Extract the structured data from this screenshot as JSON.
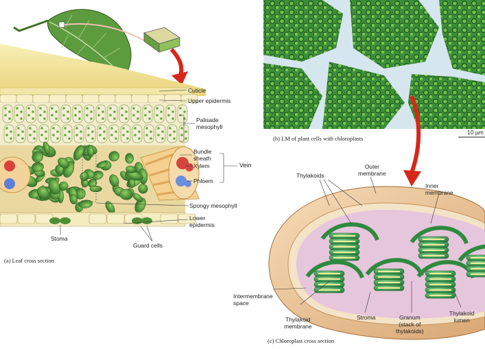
{
  "labels": {
    "cuticle": "Cuticle",
    "upper_epidermis": "Upper epidermis",
    "palisade": "Palisade\nmesophyll",
    "bundle_sheath": "Bundle\nsheath",
    "xylem": "Xylem",
    "phloem": "Phloem",
    "vein": "Vein",
    "spongy": "Spongy mesophyll",
    "lower_epidermis": "Lower\nepidermis",
    "stoma": "Stoma",
    "guard_cells": "Guard cells",
    "thylakoids": "Thylakoids",
    "outer_membrane": "Outer\nmembrane",
    "inner_membrane": "Inner\nmembrane",
    "intermembrane": "Intermembrane\nspace",
    "thylakoid_membrane": "Thylakoid\nmembrane",
    "stroma": "Stroma",
    "granum": "Granum\n(stack of\nthylakoids)",
    "thylakoid_lumen": "Thylakoid\nlumen",
    "scale_bar": "10 µm"
  },
  "captions": {
    "a": "(a) Leaf cross section",
    "b": "(b) LM of plant cells with chloroplasts",
    "c": "(c) Chloroplast cross section"
  },
  "colors": {
    "leaf_green": "#5c9a3c",
    "cell_green": "#3f8d3a",
    "chloroplast_green": "#3a9a4a",
    "cuticle_yellow": "#f3e49a",
    "micrograph_bg": "#d6e6ee",
    "arrow_red": "#d6271a",
    "thylakoid_yellow": "#f4ec9a",
    "stroma_pink": "#e7c7dd"
  }
}
